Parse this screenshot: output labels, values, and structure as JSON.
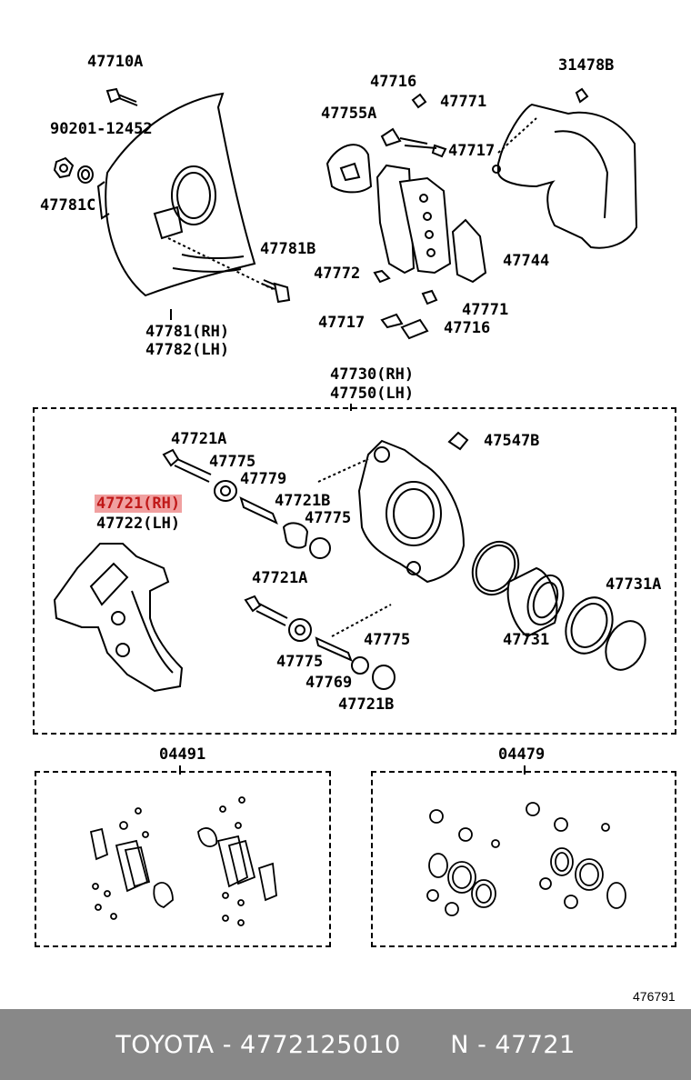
{
  "labels": {
    "p47710A": "47710A",
    "p90201": "90201-12452",
    "p47781C": "47781C",
    "p47781B": "47781B",
    "p47781": "47781(RH)",
    "p47782": "47782(LH)",
    "p47716a": "47716",
    "p47771a": "47771",
    "p47755A": "47755A",
    "p47717a": "47717",
    "p31478B": "31478B",
    "p47772": "47772",
    "p47744": "47744",
    "p47771b": "47771",
    "p47717b": "47717",
    "p47716b": "47716",
    "p47730": "47730(RH)",
    "p47750": "47750(LH)",
    "p47721Aa": "47721A",
    "p47775a": "47775",
    "p47779": "47779",
    "p47721Ba": "47721B",
    "p47547B": "47547B",
    "p47721": "47721(RH)",
    "p47722": "47722(LH)",
    "p47775b": "47775",
    "p47721Ab": "47721A",
    "p47731A": "47731A",
    "p47775c": "47775",
    "p47775d": "47775",
    "p47731": "47731",
    "p47769": "47769",
    "p47721Bb": "47721B",
    "p04491": "04491",
    "p04479": "04479"
  },
  "highlight_color": "#c01818",
  "diagram_id": "476791",
  "footer": {
    "text": "TOYOTA - 4772125010      N - 47721",
    "bg_color": "#888888"
  }
}
